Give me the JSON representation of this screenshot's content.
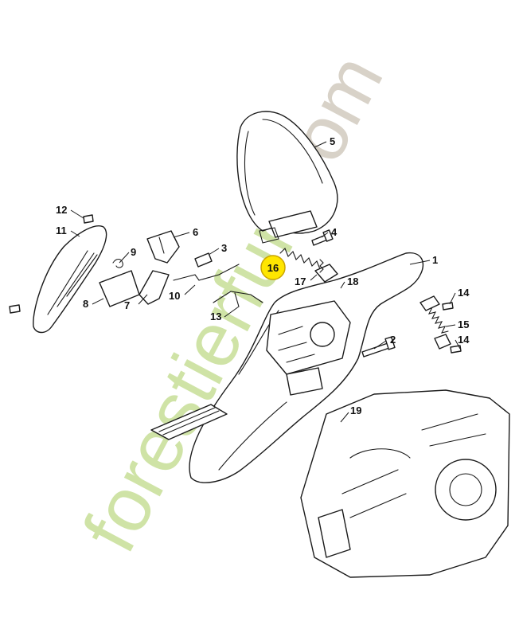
{
  "watermark": {
    "text_green": "forestierfun",
    "text_gray": ".com",
    "color_green": "#cfe3a6",
    "color_orange": "#f3c58a",
    "color_gray": "#d8d2c8"
  },
  "highlight": {
    "label": "16",
    "color": "#ffe600"
  },
  "callouts": {
    "c1": "1",
    "c2": "2",
    "c3": "3",
    "c4": "4",
    "c5": "5",
    "c6": "6",
    "c7": "7",
    "c8": "8",
    "c9": "9",
    "c10": "10",
    "c11": "11",
    "c12": "12",
    "c13": "13",
    "c14a": "14",
    "c14b": "14",
    "c15": "15",
    "c17": "17",
    "c18": "18",
    "c19": "19"
  }
}
